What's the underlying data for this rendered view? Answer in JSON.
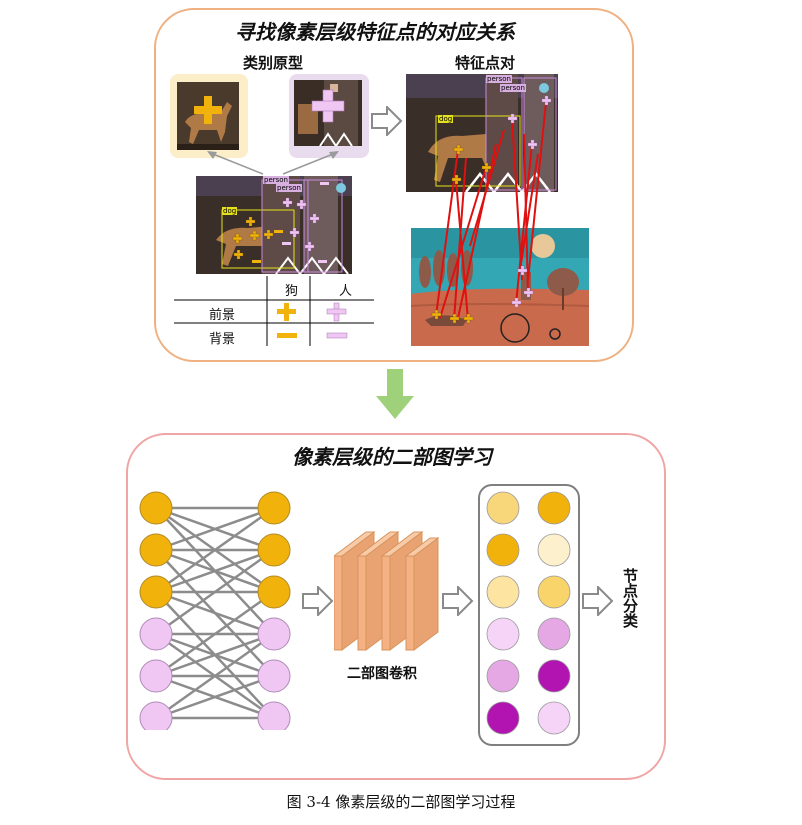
{
  "top_panel": {
    "title": "寻找像素层级特征点的对应关系",
    "prototype_label": "类别原型",
    "keypoint_label": "特征点对",
    "det_label_person_1": "person",
    "det_label_person_2": "person",
    "det_label_dog": "dog",
    "table": {
      "col_dog": "狗",
      "col_person": "人",
      "row_fg": "前景",
      "row_bg": "背景"
    }
  },
  "bottom_panel": {
    "title": "像素层级的二部图学习",
    "conv_label": "二部图卷积",
    "node_cls_label": "节点分类"
  },
  "caption": "图 3-4  像素层级的二部图学习过程",
  "colors": {
    "dog_orange": "#f2b20c",
    "person_pink": "#efc7f2",
    "person_magenta": "#b214b2",
    "conv_block": "#f4b183",
    "match_line": "#e01010",
    "arrow_green": "#9fd07a"
  },
  "icons": [
    "plus-icon",
    "minus-icon",
    "arrow-right-icon",
    "arrow-down-icon"
  ]
}
